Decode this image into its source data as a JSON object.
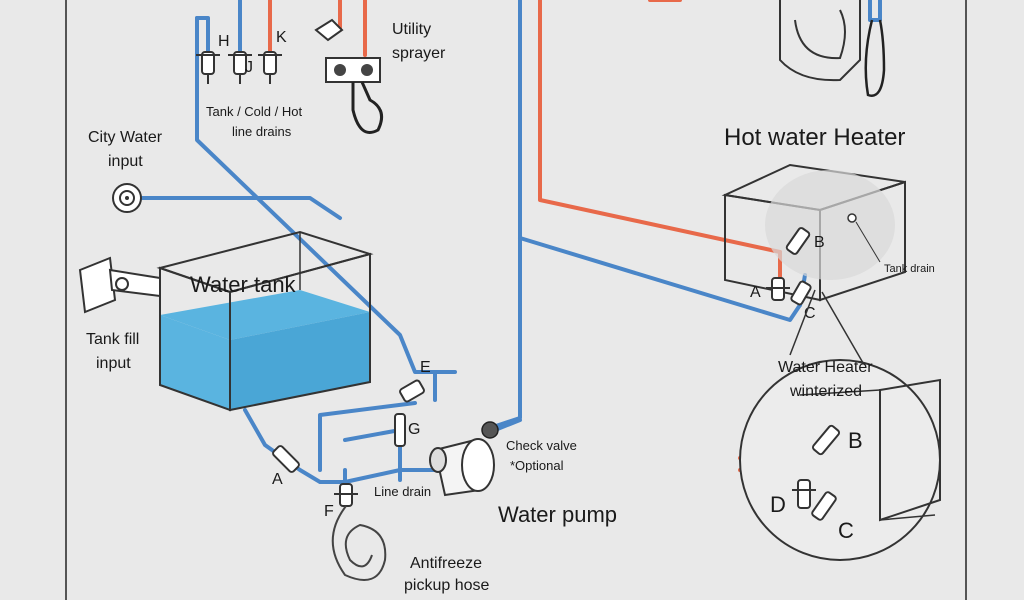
{
  "colors": {
    "cold_line": "#4a86c8",
    "hot_line": "#e8694a",
    "tank_water": "#5ab4e0",
    "outline": "#333333",
    "background": "#e9e9e9"
  },
  "labels": {
    "valve_h": "H",
    "valve_j": "J",
    "valve_k": "K",
    "utility_sprayer_line1": "Utility",
    "utility_sprayer_line2": "sprayer",
    "line_drains_line1": "Tank / Cold / Hot",
    "line_drains_line2": "line drains",
    "city_water_line1": "City Water",
    "city_water_line2": "input",
    "water_tank": "Water tank",
    "tank_fill_line1": "Tank fill",
    "tank_fill_line2": "input",
    "hot_water_heater": "Hot water Heater",
    "heater_valve_b": "B",
    "heater_valve_a": "A",
    "heater_valve_c": "C",
    "tank_drain": "Tank drain",
    "winterized_line1": "Water Heater",
    "winterized_line2": "winterized",
    "inset_valve_b": "B",
    "inset_valve_d": "D",
    "inset_valve_c": "C",
    "valve_e": "E",
    "valve_g": "G",
    "valve_a": "A",
    "valve_f": "F",
    "check_valve_line1": "Check valve",
    "check_valve_line2": "*Optional",
    "line_drain": "Line drain",
    "water_pump": "Water pump",
    "antifreeze_line1": "Antifreeze",
    "antifreeze_line2": "pickup hose"
  }
}
